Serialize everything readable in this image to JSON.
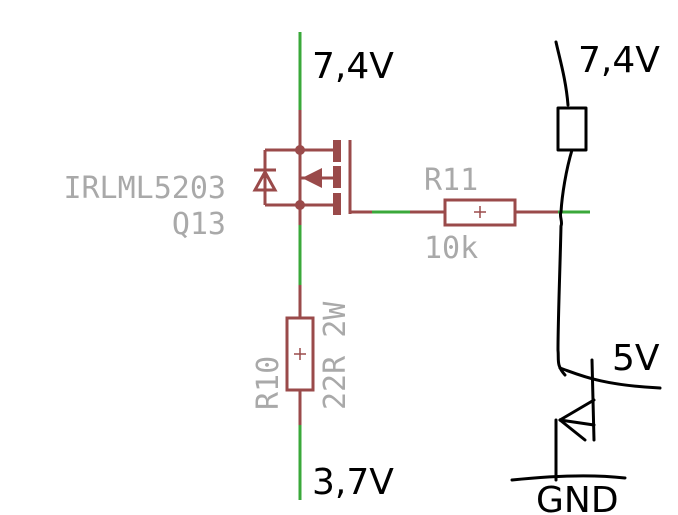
{
  "schematic": {
    "mosfet": {
      "part": "IRLML5203",
      "ref": "Q13"
    },
    "r11": {
      "ref": "R11",
      "value": "10k"
    },
    "r10": {
      "ref": "R10",
      "value": "22R 2W"
    },
    "rails": {
      "top_left": "7,4V",
      "bottom_left": "3,7V",
      "top_right": "7,4V",
      "mid_right": "5V",
      "gnd": "GND"
    }
  },
  "colors": {
    "net_wire": "#3aa83a",
    "component": "#9a4a4a",
    "label_grey": "#a9a9a9",
    "handwriting": "#000000"
  }
}
